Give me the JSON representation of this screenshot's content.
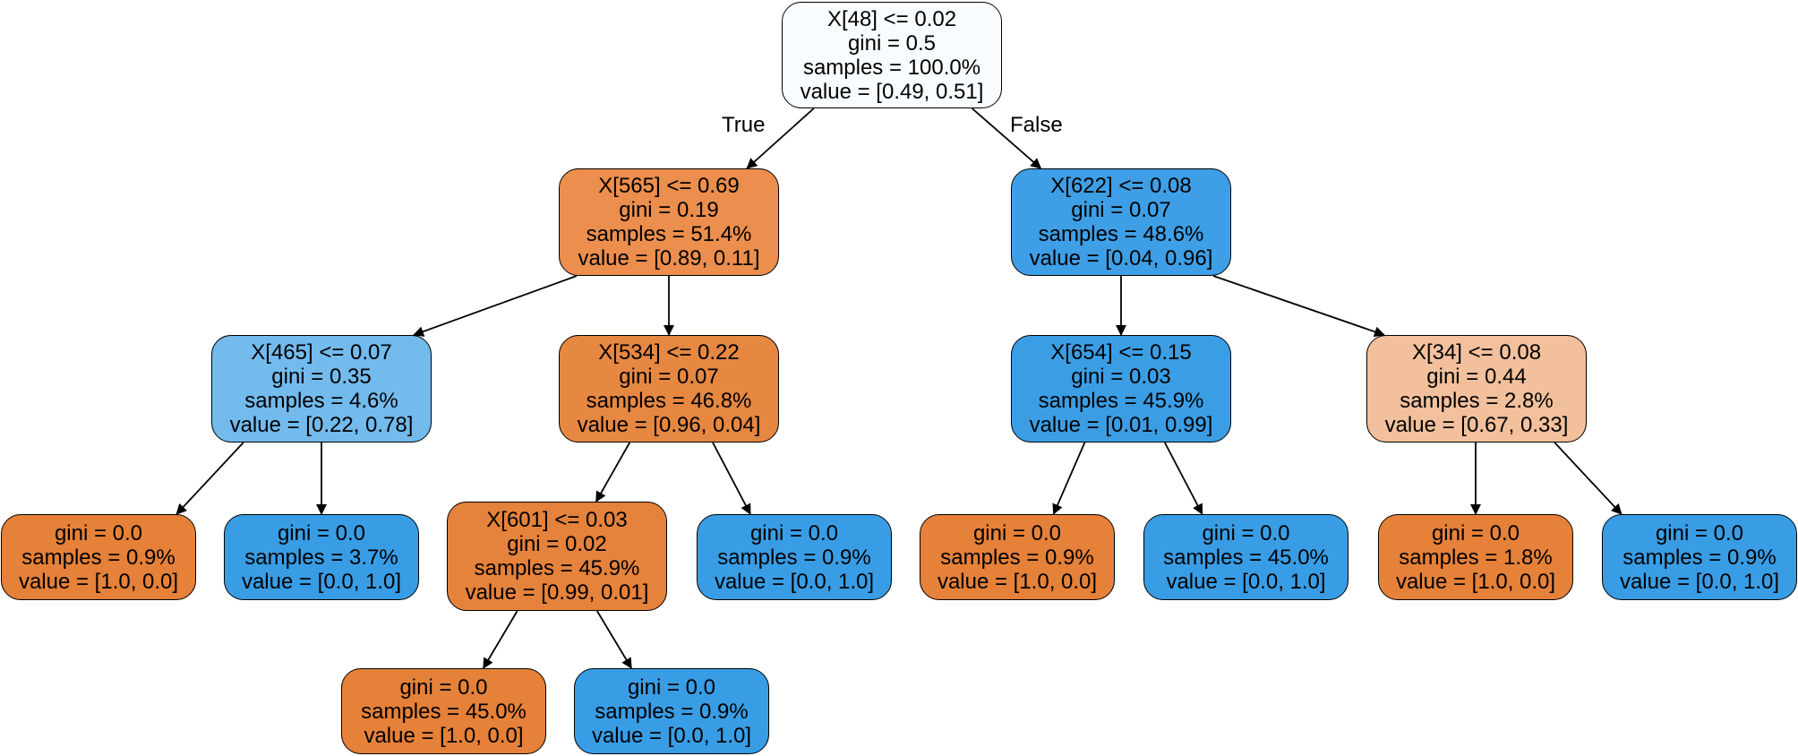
{
  "colors": {
    "orange_pure": "#e58139",
    "orange_mid": "#ec8e4d",
    "orange_light": "#f2c09c",
    "blue_pure": "#399de5",
    "blue_mid": "#3e9fe6",
    "blue_light": "#73baed",
    "blue_faint": "#f9fcfe"
  },
  "edge_labels": {
    "true": "True",
    "false": "False"
  },
  "nodes": [
    {
      "id": "n0",
      "lines": [
        "X[48] <= 0.02",
        "gini = 0.5",
        "samples = 100.0%",
        "value = [0.49, 0.51]"
      ],
      "fill": "#f9fcfe"
    },
    {
      "id": "n1",
      "lines": [
        "X[565] <= 0.69",
        "gini = 0.19",
        "samples = 51.4%",
        "value = [0.89, 0.11]"
      ],
      "fill": "#ec8e4d"
    },
    {
      "id": "n2",
      "lines": [
        "X[622] <= 0.08",
        "gini = 0.07",
        "samples = 48.6%",
        "value = [0.04, 0.96]"
      ],
      "fill": "#3e9fe6"
    },
    {
      "id": "n3",
      "lines": [
        "X[465] <= 0.07",
        "gini = 0.35",
        "samples = 4.6%",
        "value = [0.22, 0.78]"
      ],
      "fill": "#73baed"
    },
    {
      "id": "n4",
      "lines": [
        "X[534] <= 0.22",
        "gini = 0.07",
        "samples = 46.8%",
        "value = [0.96, 0.04]"
      ],
      "fill": "#e68742"
    },
    {
      "id": "n5",
      "lines": [
        "X[654] <= 0.15",
        "gini = 0.03",
        "samples = 45.9%",
        "value = [0.01, 0.99]"
      ],
      "fill": "#3b9ee5"
    },
    {
      "id": "n6",
      "lines": [
        "X[34] <= 0.08",
        "gini = 0.44",
        "samples = 2.8%",
        "value = [0.67, 0.33]"
      ],
      "fill": "#f2c09c"
    },
    {
      "id": "n7",
      "lines": [
        "gini = 0.0",
        "samples = 0.9%",
        "value = [1.0, 0.0]"
      ],
      "fill": "#e58139"
    },
    {
      "id": "n8",
      "lines": [
        "gini = 0.0",
        "samples = 3.7%",
        "value = [0.0, 1.0]"
      ],
      "fill": "#399de5"
    },
    {
      "id": "n9",
      "lines": [
        "X[601] <= 0.03",
        "gini = 0.02",
        "samples = 45.9%",
        "value = [0.99, 0.01]"
      ],
      "fill": "#e5823b"
    },
    {
      "id": "n10",
      "lines": [
        "gini = 0.0",
        "samples = 0.9%",
        "value = [0.0, 1.0]"
      ],
      "fill": "#399de5"
    },
    {
      "id": "n11",
      "lines": [
        "gini = 0.0",
        "samples = 0.9%",
        "value = [1.0, 0.0]"
      ],
      "fill": "#e58139"
    },
    {
      "id": "n12",
      "lines": [
        "gini = 0.0",
        "samples = 45.0%",
        "value = [0.0, 1.0]"
      ],
      "fill": "#399de5"
    },
    {
      "id": "n13",
      "lines": [
        "gini = 0.0",
        "samples = 1.8%",
        "value = [1.0, 0.0]"
      ],
      "fill": "#e58139"
    },
    {
      "id": "n14",
      "lines": [
        "gini = 0.0",
        "samples = 0.9%",
        "value = [0.0, 1.0]"
      ],
      "fill": "#399de5"
    },
    {
      "id": "n15",
      "lines": [
        "gini = 0.0",
        "samples = 45.0%",
        "value = [1.0, 0.0]"
      ],
      "fill": "#e58139"
    },
    {
      "id": "n16",
      "lines": [
        "gini = 0.0",
        "samples = 0.9%",
        "value = [0.0, 1.0]"
      ],
      "fill": "#399de5"
    }
  ],
  "edges": [
    [
      "n0",
      "n1"
    ],
    [
      "n0",
      "n2"
    ],
    [
      "n1",
      "n3"
    ],
    [
      "n1",
      "n4"
    ],
    [
      "n2",
      "n5"
    ],
    [
      "n2",
      "n6"
    ],
    [
      "n3",
      "n7"
    ],
    [
      "n3",
      "n8"
    ],
    [
      "n4",
      "n9"
    ],
    [
      "n4",
      "n10"
    ],
    [
      "n5",
      "n11"
    ],
    [
      "n5",
      "n12"
    ],
    [
      "n6",
      "n13"
    ],
    [
      "n6",
      "n14"
    ],
    [
      "n9",
      "n15"
    ],
    [
      "n9",
      "n16"
    ]
  ]
}
